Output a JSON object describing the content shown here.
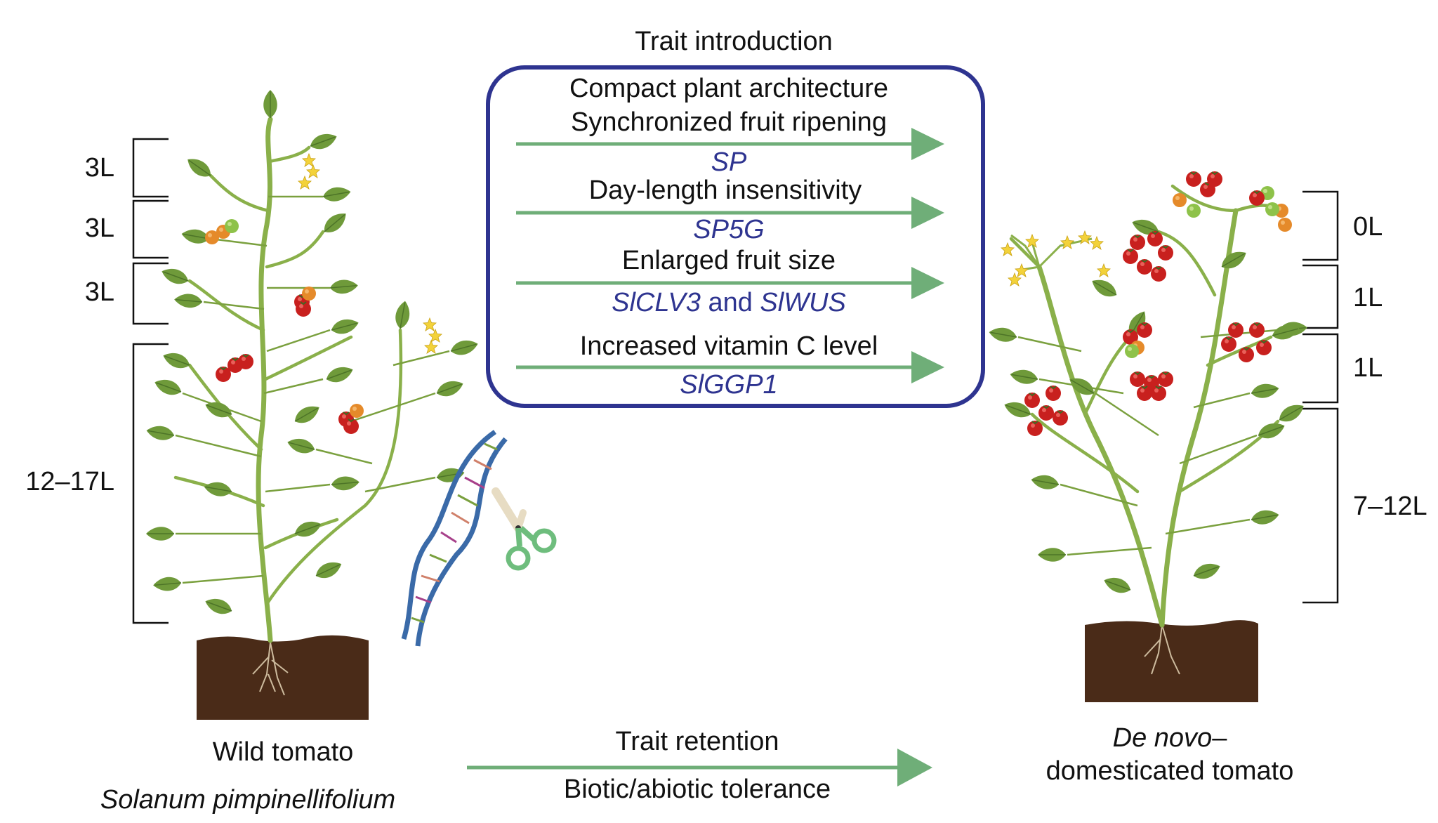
{
  "trait_introduction": {
    "title": "Trait introduction",
    "traits": [
      {
        "label_lines": [
          "Compact plant architecture",
          "Synchronized fruit ripening"
        ],
        "gene": "SP"
      },
      {
        "label_lines": [
          "Day-length insensitivity"
        ],
        "gene": "SP5G"
      },
      {
        "label_lines": [
          "Enlarged fruit size"
        ],
        "gene_parts": [
          "SlCLV3",
          " and ",
          "SlWUS"
        ]
      },
      {
        "label_lines": [
          "Increased vitamin C level"
        ],
        "gene": "SlGGP1"
      }
    ]
  },
  "trait_retention": {
    "title": "Trait retention",
    "subtitle": "Biotic/abiotic tolerance"
  },
  "wild_plant": {
    "name": "Wild tomato",
    "species": "Solanum pimpinellifolium",
    "segments": [
      "3L",
      "3L",
      "3L",
      "12–17L"
    ]
  },
  "domesticated_plant": {
    "name_italic": "De novo",
    "name_dash": "–",
    "name_line2": "domesticated tomato",
    "segments": [
      "0L",
      "1L",
      "1L",
      "7–12L"
    ]
  },
  "colors": {
    "box_border": "#2e3490",
    "arrow": "#6fae78",
    "gene_text": "#2e3490",
    "soil": "#4a2b18",
    "stem": "#8ab04a",
    "leaf": "#6f9a3a",
    "fruit_red": "#c8201e",
    "fruit_orange": "#e58a2a",
    "fruit_green": "#8ec24a",
    "flower": "#f3d23a",
    "dna_blue": "#3a6aa8"
  },
  "icons": [
    "dna-helix-icon",
    "scissors-icon"
  ]
}
